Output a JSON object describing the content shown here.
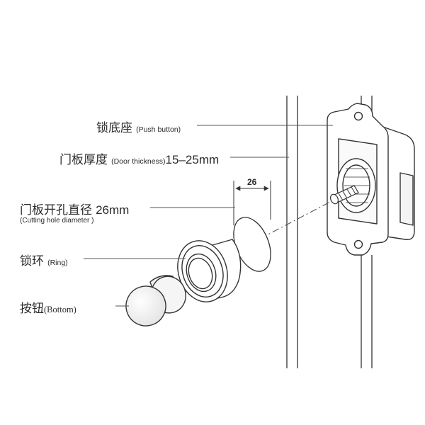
{
  "labels": {
    "push_button": {
      "cn": "锁底座",
      "en": "(Push button)"
    },
    "door_thickness": {
      "cn": "门板厚度",
      "en": "(Door thickness)",
      "value": "15–25mm"
    },
    "cutting_hole": {
      "cn": "门板开孔直径",
      "value": "26mm",
      "en": "(Cutting hole diameter )"
    },
    "ring": {
      "cn": "锁环",
      "en": "(Ring)"
    },
    "bottom": {
      "cn": "按钮",
      "en": "(Bottom)"
    }
  },
  "dimension": {
    "text": "26"
  }
}
